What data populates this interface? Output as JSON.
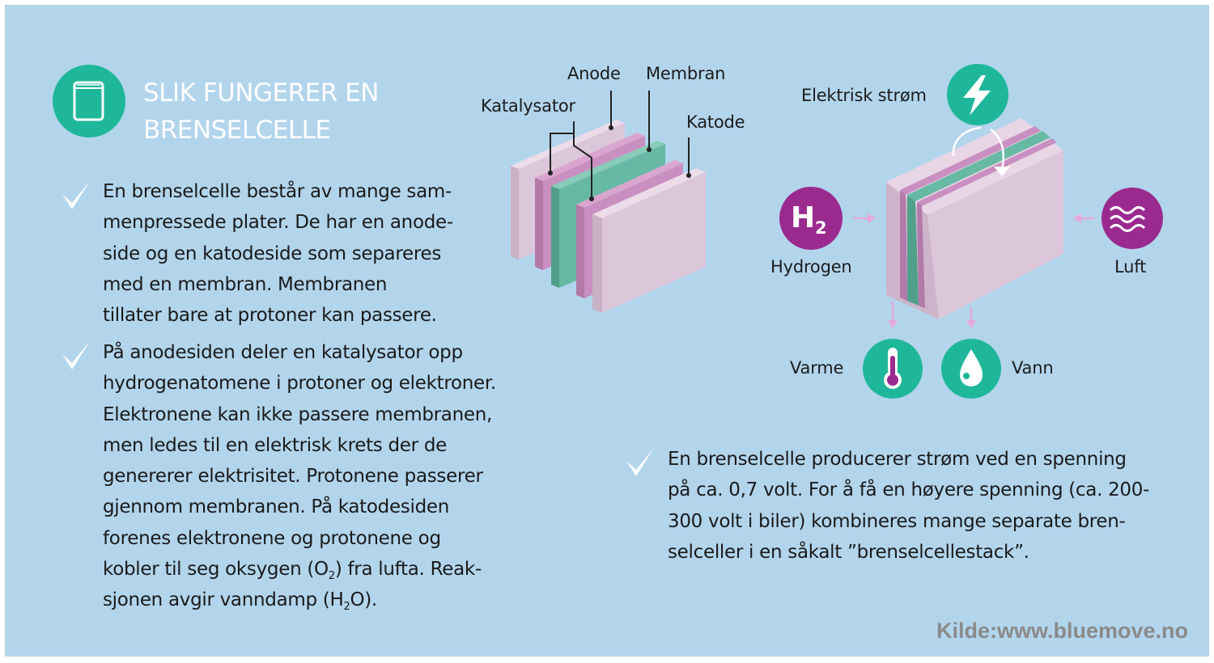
{
  "header": {
    "icon": "book-icon",
    "title_line1": "SLIK FUNGERER EN",
    "title_line2": "BRENSELCELLE"
  },
  "paragraphs": {
    "p1": [
      "En brenselcelle består av mange sam-",
      "menpressede plater. De har en anode-",
      "side og en katodeside som separeres",
      "med en membran. Membranen",
      "tillater bare at protoner kan passere."
    ],
    "p2": [
      "På anodesiden deler en katalysator opp",
      "hydrogenatomene i protoner og elektroner.",
      "Elektronene kan ikke passere membranen,",
      "men ledes til en elektrisk krets der de",
      "genererer elektrisitet. Protonene passerer",
      "gjennom membranen. På katodesiden",
      "forenes elektronene og protonene og"
    ],
    "p2_l8_a": "kobler til seg oksygen (O",
    "p2_l8_sub": "2",
    "p2_l8_b": ") fra lufta. Reak-",
    "p2_l9_a": "sjonen avgir vanndamp (H",
    "p2_l9_sub": "2",
    "p2_l9_b": "O).",
    "p3": [
      "En brenselcelle producerer strøm ved en spenning",
      "på ca. 0,7 volt. For å få en høyere spenning (ca. 200-",
      "300 volt i biler) kombineres mange separate bren-",
      "selceller i en såkalt ”brenselcellestack”."
    ]
  },
  "layers_diagram": {
    "anode": "Anode",
    "membran": "Membran",
    "katalysator": "Katalysator",
    "katode": "Katode"
  },
  "stack_diagram": {
    "electric_current": "Elektrisk strøm",
    "h2_symbol": "H",
    "h2_sub": "2",
    "hydrogen": "Hydrogen",
    "air": "Luft",
    "heat": "Varme",
    "water": "Vann"
  },
  "source": "Kilde:www.bluemove.no",
  "colors": {
    "background": "#b2d5ec",
    "teal": "#1fb79a",
    "purple": "#9b2a8f",
    "plate_pink": "#d9c3d8",
    "plate_magenta": "#c98fc0",
    "plate_green": "#67b9a4",
    "arrow_pink": "#e6a9dc"
  }
}
